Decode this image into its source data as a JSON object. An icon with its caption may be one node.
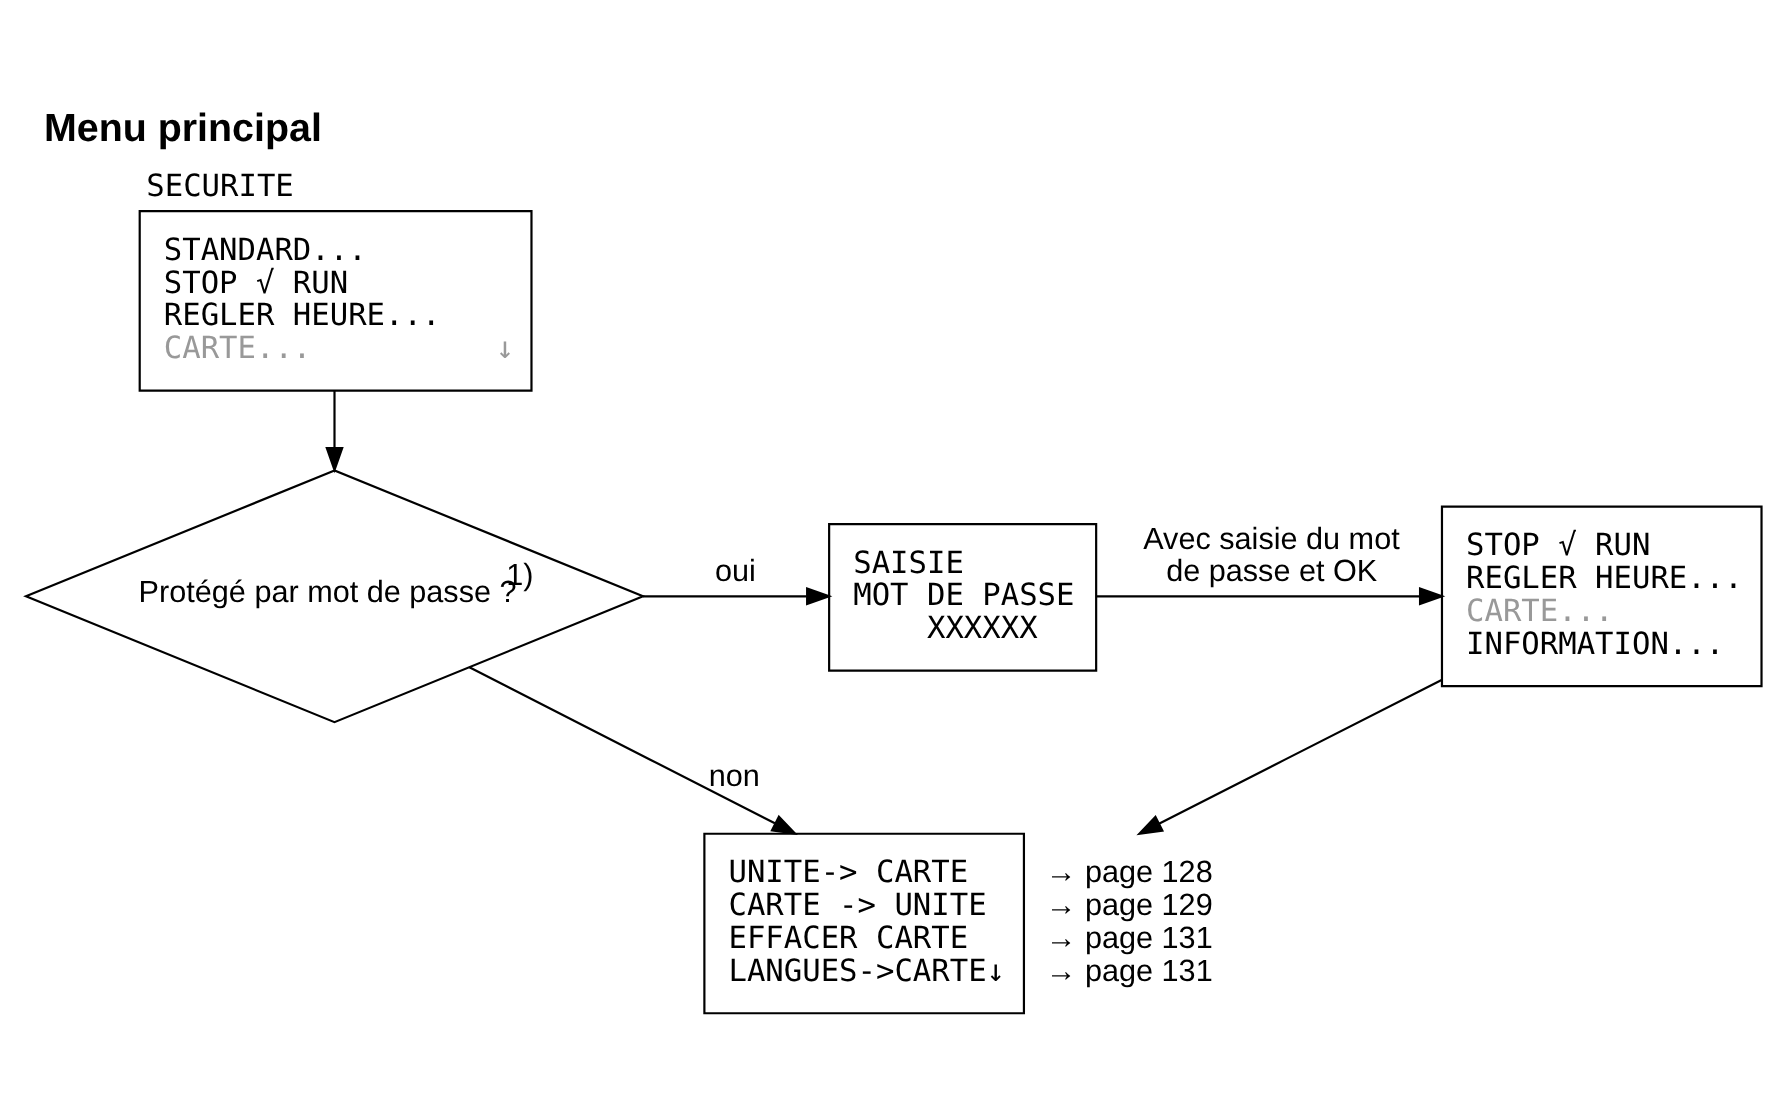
{
  "diagram": {
    "title": "Menu principal",
    "nodes": [
      {
        "text": [
          "SECURITE",
          "STANDARD...",
          "STOP √ RUN",
          "REGLER HEURE...",
          "CARTE...          ↓"
        ]
      },
      {
        "text": [
          "Protégé par mot de passe ?$^{1)}$"
        ]
      },
      {
        "text": [
          "SAISIE",
          "MOT DE PASSE",
          "    XXXXXX"
        ]
      },
      {
        "text": [
          "STOP √ RUN",
          "REGLER HEURE...",
          "CARTE...",
          "INFORMATION..."
        ]
      },
      {
        "text": [
          "UNITE-> CARTE",
          "CARTE -> UNITE",
          "EFFACER CARTE",
          "LANGUES->CARTE↓"
        ],
        "beside": [
          "→ page 128",
          "→ page 129",
          "→ page 131",
          "→ page 131"
        ]
      }
    ],
    "edges": [
      {
        "from": 0,
        "to": 1,
        "arrow": "to"
      },
      {
        "from": 1,
        "to": 2,
        "arrow": "to",
        "label": "oui"
      },
      {
        "from": 2,
        "to": 3,
        "arrow": "to",
        "label": "Avec saisie du mot de passe et OK"
      },
      {
        "from": 1,
        "to": 4,
        "arrow": "to",
        "label": "non"
      },
      {
        "from": 3,
        "to": 4,
        "arrow": "to"
      }
    ]
  }
}
